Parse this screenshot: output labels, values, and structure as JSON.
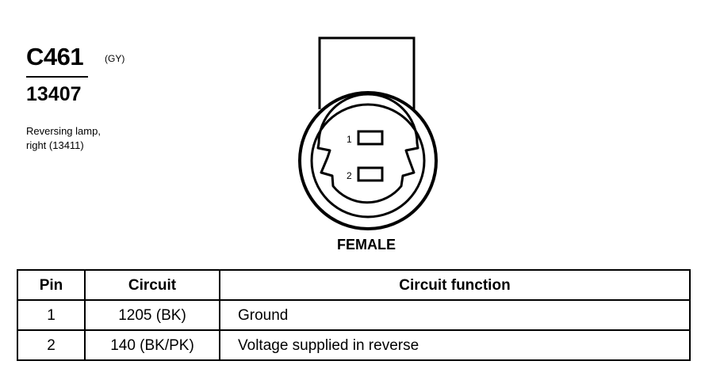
{
  "connector": {
    "id": "C461",
    "color_code": "(GY)",
    "part_number": "13407",
    "description_lines": [
      "Reversing lamp,",
      "right (13411)"
    ],
    "gender": "FEMALE",
    "pin_labels": [
      "1",
      "2"
    ]
  },
  "table": {
    "headers": [
      "Pin",
      "Circuit",
      "Circuit function"
    ],
    "rows": [
      {
        "pin": "1",
        "circuit": "1205 (BK)",
        "function": "Ground"
      },
      {
        "pin": "2",
        "circuit": "140 (BK/PK)",
        "function": "Voltage supplied in reverse"
      }
    ]
  }
}
